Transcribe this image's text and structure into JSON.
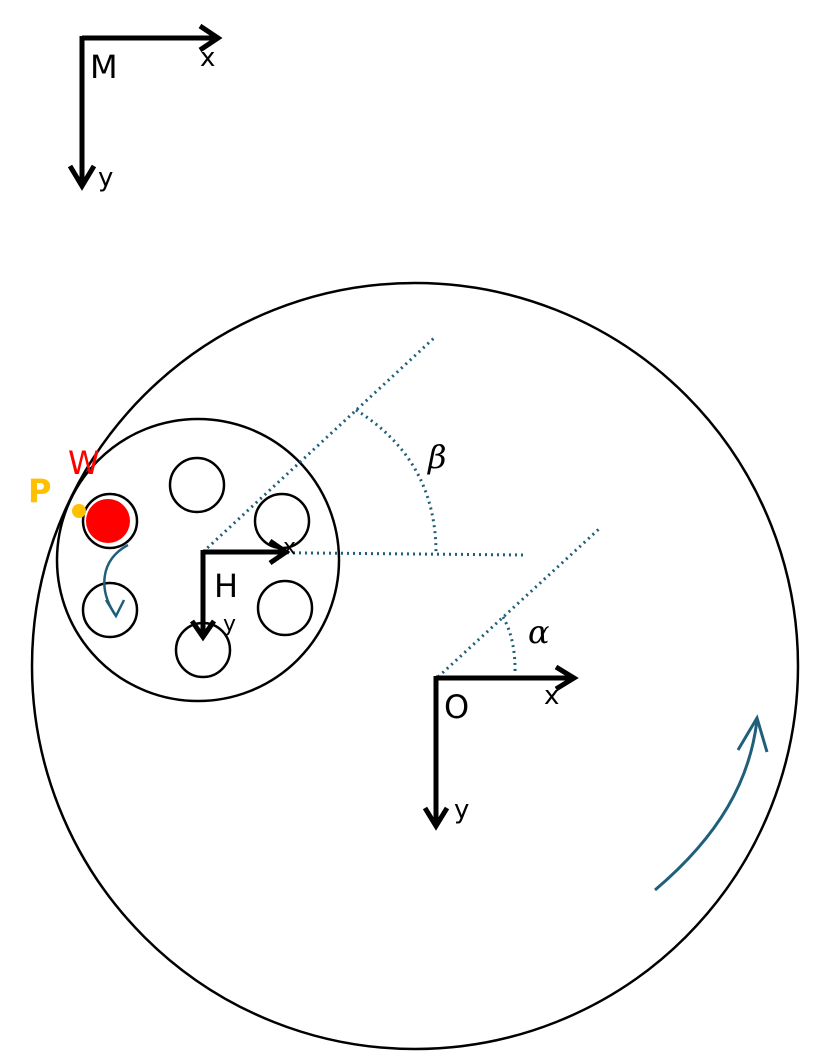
{
  "frames": {
    "M": {
      "origin_label": "M",
      "x_label": "x",
      "y_label": "y"
    },
    "H": {
      "origin_label": "H",
      "x_label": "x",
      "y_label": "y"
    },
    "O": {
      "origin_label": "O",
      "x_label": "x",
      "y_label": "y"
    }
  },
  "angles": {
    "alpha": "α",
    "beta": "β"
  },
  "points": {
    "W": {
      "label": "W",
      "color": "#ff0000"
    },
    "P": {
      "label": "P",
      "color": "#ffc000"
    }
  },
  "colors": {
    "outline": "#000000",
    "guide": "#1f5f7a",
    "rotation_arrow": "#1f5f7a"
  }
}
